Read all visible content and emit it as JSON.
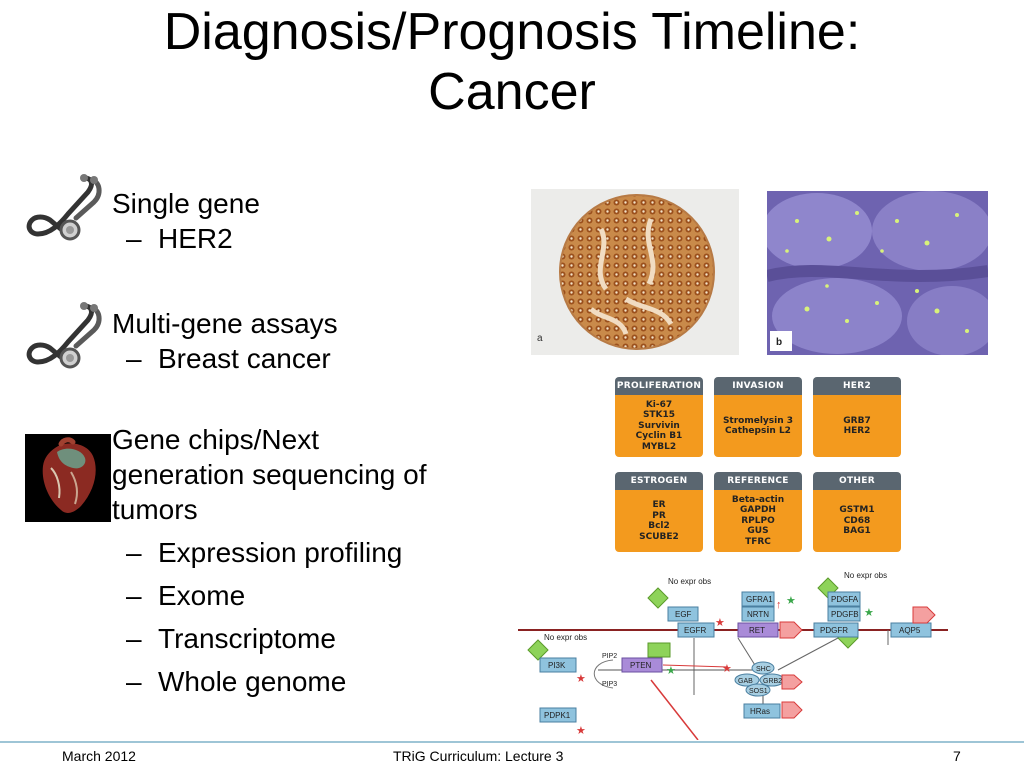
{
  "slide": {
    "title_line1": "Diagnosis/Prognosis Timeline:",
    "title_line2": "Cancer"
  },
  "sections": [
    {
      "heading": "Single gene",
      "items": [
        "HER2"
      ]
    },
    {
      "heading": "Multi-gene assays",
      "items": [
        "Breast cancer"
      ]
    },
    {
      "heading_lines": [
        "Gene chips/Next",
        "generation sequencing of",
        "tumors"
      ],
      "items": [
        "Expression profiling",
        "Exome",
        "Transcriptome",
        "Whole genome"
      ]
    }
  ],
  "dash": "–",
  "micro_labels": {
    "a": "a",
    "b": "b"
  },
  "gene_panel": [
    {
      "header": "PROLIFERATION",
      "genes": [
        "Ki-67",
        "STK15",
        "Survivin",
        "Cyclin B1",
        "MYBL2"
      ]
    },
    {
      "header": "INVASION",
      "genes": [
        "Stromelysin 3",
        "Cathepsin L2"
      ]
    },
    {
      "header": "HER2",
      "genes": [
        "GRB7",
        "HER2"
      ]
    },
    {
      "header": "ESTROGEN",
      "genes": [
        "ER",
        "PR",
        "Bcl2",
        "SCUBE2"
      ]
    },
    {
      "header": "REFERENCE",
      "genes": [
        "Beta-actin",
        "GAPDH",
        "RPLPO",
        "GUS",
        "TFRC"
      ]
    },
    {
      "header": "OTHER",
      "genes": [
        "GSTM1",
        "CD68",
        "BAG1"
      ]
    }
  ],
  "pathway_labels": {
    "no_expr_1": "No expr obs",
    "no_expr_2": "No expr obs",
    "no_expr_3": "No expr obs",
    "egf": "EGF",
    "egfr": "EGFR",
    "gfra1": "GFRA1",
    "nrtn": "NRTN",
    "ret": "RET",
    "pdgfa": "PDGFA",
    "pdgfb": "PDGFB",
    "pdgfr": "PDGFR",
    "aqp5": "AQP5",
    "pi3k": "PI3K",
    "pten": "PTEN",
    "pip2": "PIP2",
    "pip3": "PIP3",
    "shc": "SHC",
    "gab": "GAB",
    "grb2": "GRB2",
    "sos1": "SOS1",
    "hras": "HRas",
    "pdpk1": "PDPK1"
  },
  "footer": {
    "date": "March 2012",
    "center": "TRiG Curriculum: Lecture 3",
    "page": "7"
  },
  "colors": {
    "footer_rule": "#9ec5d6",
    "gene_panel_header": "#5a6670",
    "gene_panel_body": "#f39a1e",
    "pathway_box": "#8fc3de",
    "pathway_purple": "#a98bd8",
    "pathway_green": "#8ed35a"
  }
}
